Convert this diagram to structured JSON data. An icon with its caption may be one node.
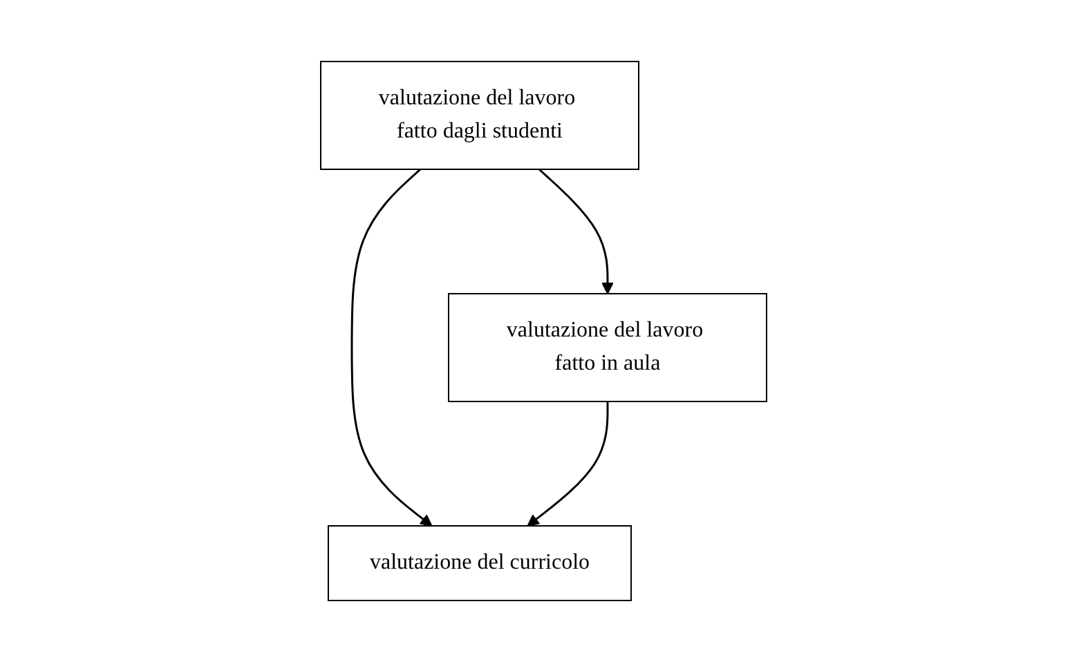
{
  "diagram": {
    "nodes": [
      {
        "text": [
          "valutazione del lavoro fatto dagli studenti"
        ]
      },
      {
        "text": [
          "valutazione del lavoro fatto in aula"
        ]
      },
      {
        "text": [
          "valutazione del curricolo"
        ]
      }
    ],
    "edges": [
      {
        "from": 0,
        "to": 1,
        "arrow": "to"
      },
      {
        "from": 0,
        "to": 2,
        "arrow": "to"
      },
      {
        "from": 1,
        "to": 2,
        "arrow": "to"
      }
    ]
  }
}
